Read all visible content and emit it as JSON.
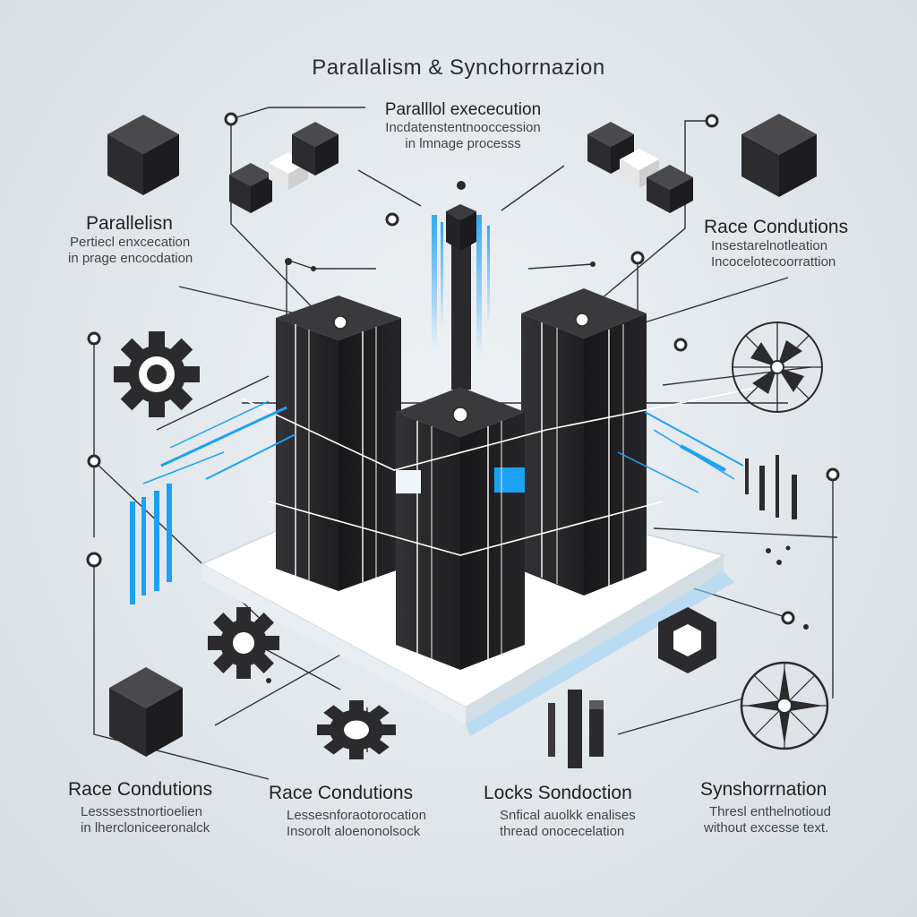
{
  "title": "Parallalism & Synchorrnazion",
  "top_caption": {
    "heading": "Paralllol exececution",
    "line1": "Incdatenstentnooccession",
    "line2": "in lmnage processs"
  },
  "left_block": {
    "heading": "Parallelisn",
    "line1": "Pertiecl enxcecation",
    "line2": "in prage encocdation"
  },
  "right_block": {
    "heading": "Race Condutions",
    "line1": "Insestarelnotleation",
    "line2": "Incocelotecoorrattion"
  },
  "bottom_blocks": [
    {
      "heading": "Race Condutions",
      "line1": "Lesssesstnortioelien",
      "line2": "in lhercloniceeronalck"
    },
    {
      "heading": "Race Condutions",
      "line1": "Lessesnforaotorocation",
      "line2": "Insorolt aloenonolsock"
    },
    {
      "heading": "Locks Sondoction",
      "line1": "Snfical auolkk enalises",
      "line2": "thread onocecelation"
    },
    {
      "heading": "Synshorrnation",
      "line1": "Thresl enthelnotioud",
      "line2": "without excesse text."
    }
  ],
  "colors": {
    "accent": "#1da1f2",
    "dark": "#2b2b2d",
    "background": "#e2e7eb"
  },
  "icons": [
    "cube-icon",
    "gear-icon",
    "fan-icon",
    "compass-icon",
    "bars-icon"
  ]
}
